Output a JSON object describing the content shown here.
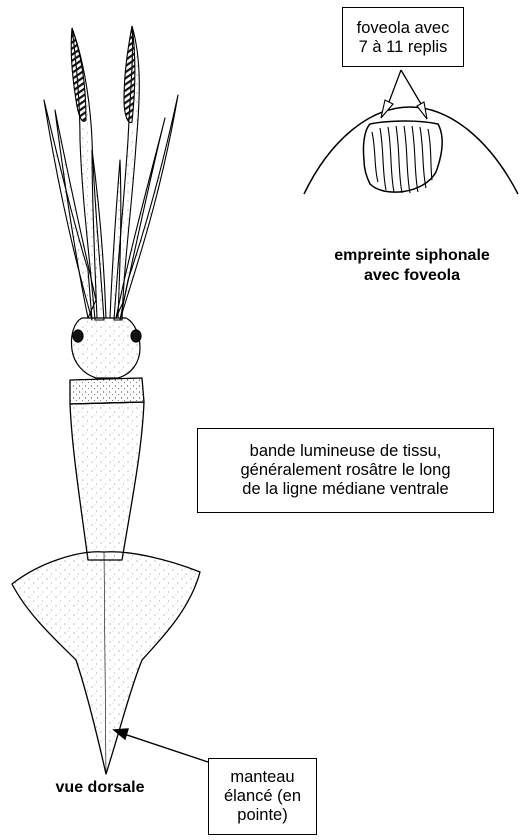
{
  "labels": {
    "foveola_box": "foveola avec\n7 à 11 replis",
    "siphonal_caption": "empreinte siphonale\navec foveola",
    "band_box": "bande lumineuse de tissu,\ngénéralement rosâtre le long\nde la ligne médiane ventrale",
    "mantle_box": "manteau\nélancé (en\npointe)",
    "view_caption": "vue dorsale"
  },
  "colors": {
    "ink": "#000000",
    "paper": "#ffffff",
    "stipple": "#555555"
  }
}
